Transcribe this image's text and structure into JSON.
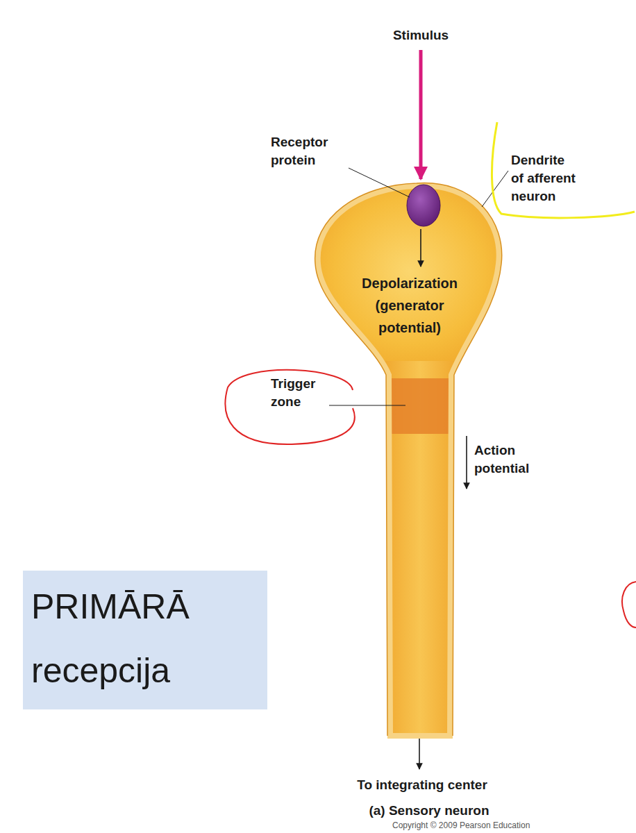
{
  "diagram": {
    "nodes": [
      {
        "text": [
          "Depolarization (generator potential)"
        ]
      },
      {
        "text": [
          "PRIMĀRĀ recepcija"
        ]
      }
    ],
    "labels": [
      "Stimulus",
      "Receptor protein",
      "Dendrite of afferent neuron",
      "Trigger zone",
      "Action potential",
      "To integrating center",
      "(a) Sensory neuron",
      "Copyright © 2009 Pearson Education"
    ]
  }
}
